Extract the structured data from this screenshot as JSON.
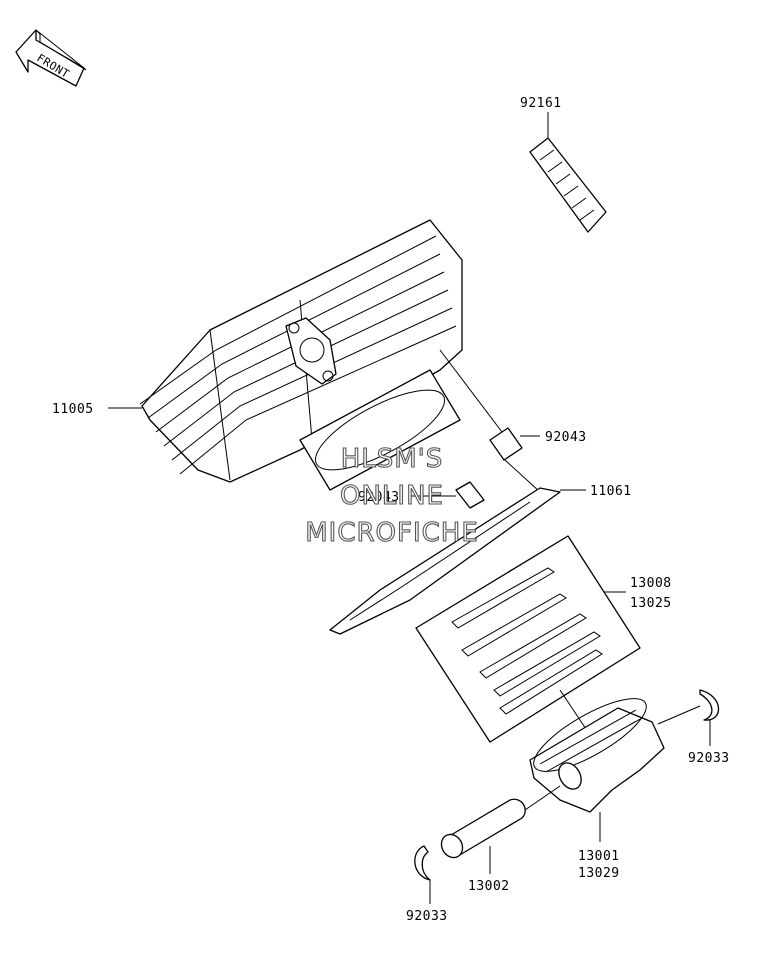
{
  "front_arrow": {
    "text": "FRONT"
  },
  "watermark": {
    "line1": "HLSM'S",
    "line2": "ONLINE",
    "line3": "MICROFICHE"
  },
  "parts": [
    {
      "id": "p92161",
      "number": "92161"
    },
    {
      "id": "p11005",
      "number": "11005"
    },
    {
      "id": "p92043a",
      "number": "92043"
    },
    {
      "id": "p92043b",
      "number": "92043"
    },
    {
      "id": "p11061",
      "number": "11061"
    },
    {
      "id": "p13008",
      "number": "13008"
    },
    {
      "id": "p13025",
      "number": "13025"
    },
    {
      "id": "p92033a",
      "number": "92033"
    },
    {
      "id": "p13001",
      "number": "13001"
    },
    {
      "id": "p13029",
      "number": "13029"
    },
    {
      "id": "p13002",
      "number": "13002"
    },
    {
      "id": "p92033b",
      "number": "92033"
    }
  ],
  "colors": {
    "line": "#000000",
    "background": "#ffffff",
    "watermark_outline": "#555555"
  }
}
